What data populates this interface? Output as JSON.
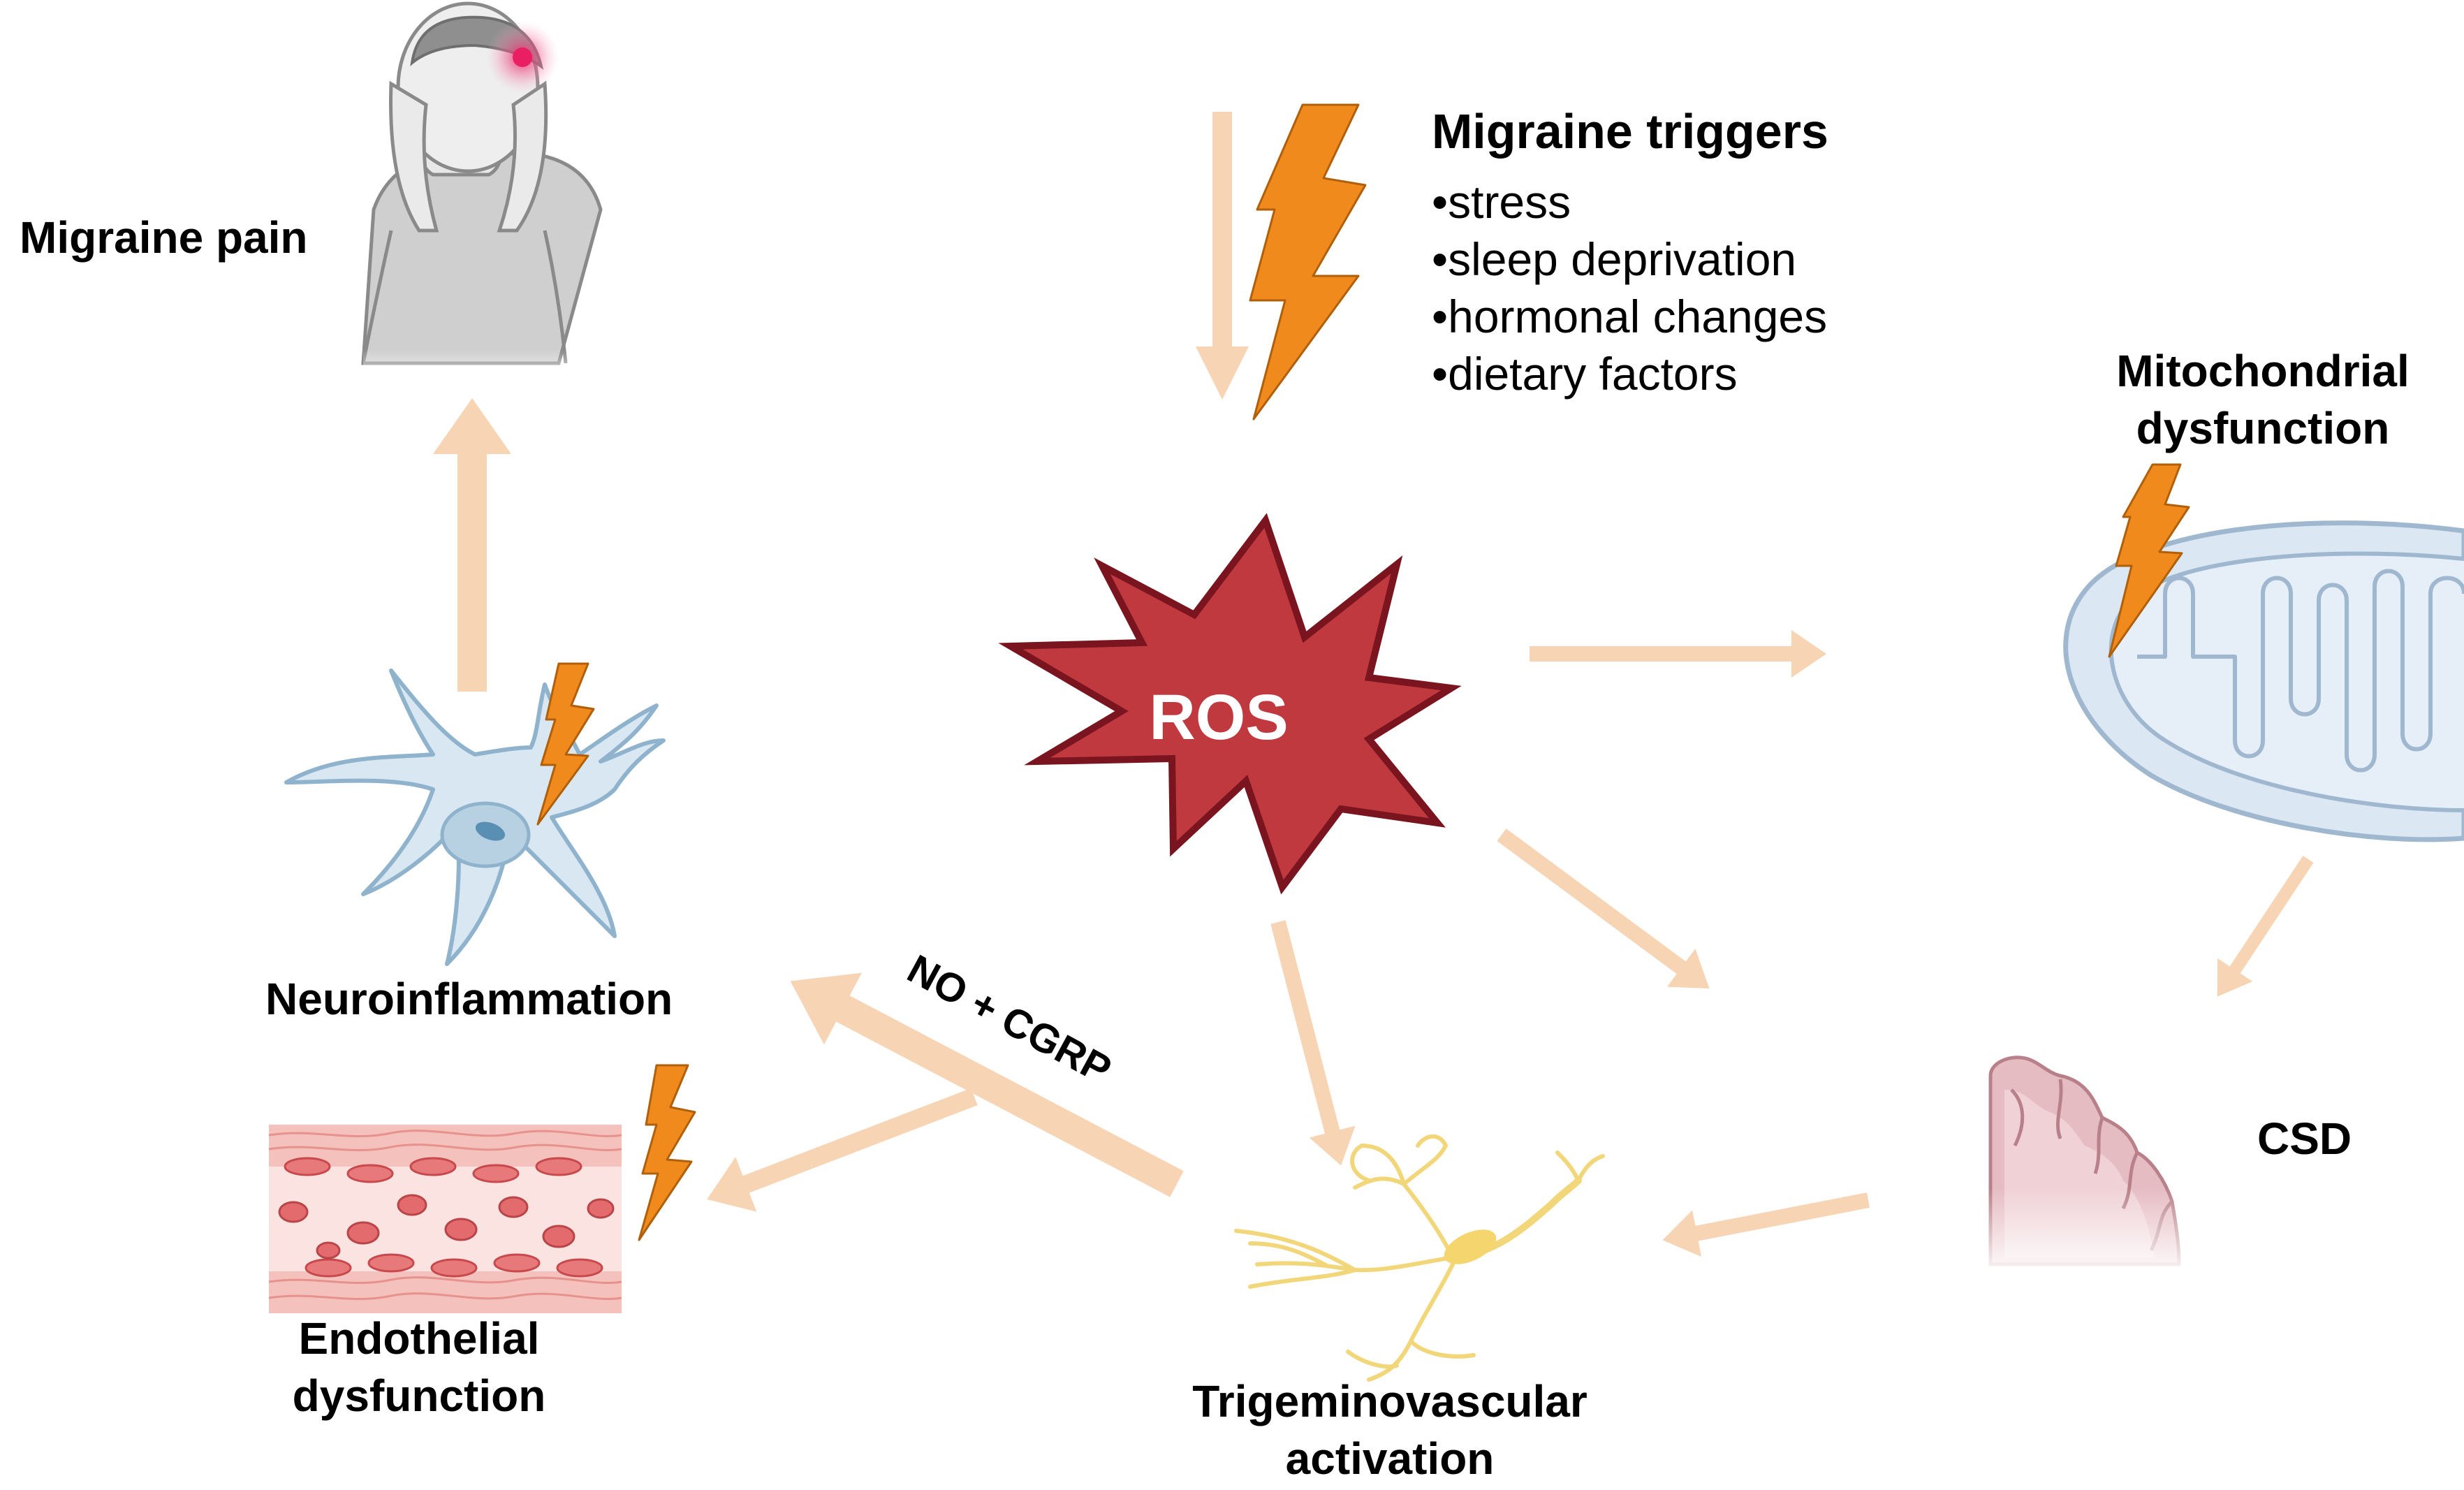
{
  "diagram": {
    "center": "ROS",
    "nodes": {
      "migraine_pain": "Migraine pain",
      "neuroinflammation": "Neuroinflammation",
      "endothelial": [
        "Endothelial",
        "dysfunction"
      ],
      "trigeminovascular": [
        "Trigeminovascular",
        "activation"
      ],
      "mitochondrial": [
        "Mitochondrial",
        "dysfunction"
      ],
      "csd": "CSD"
    },
    "triggers": {
      "title": "Migraine triggers",
      "items": [
        "stress",
        "sleep deprivation",
        "hormonal changes",
        "dietary factors"
      ]
    },
    "edge_label": "NO + CGRP",
    "colors": {
      "arrow": "#f7d4b3",
      "lightning": "#f08a1c",
      "ros_fill": "#c0393f",
      "ros_stroke": "#7a1520",
      "cell_fill": "#d8e7f1",
      "cell_stroke": "#8fb3cc",
      "brain_fill": "#e6bcc3",
      "neuron": "#f5dc8a"
    }
  }
}
